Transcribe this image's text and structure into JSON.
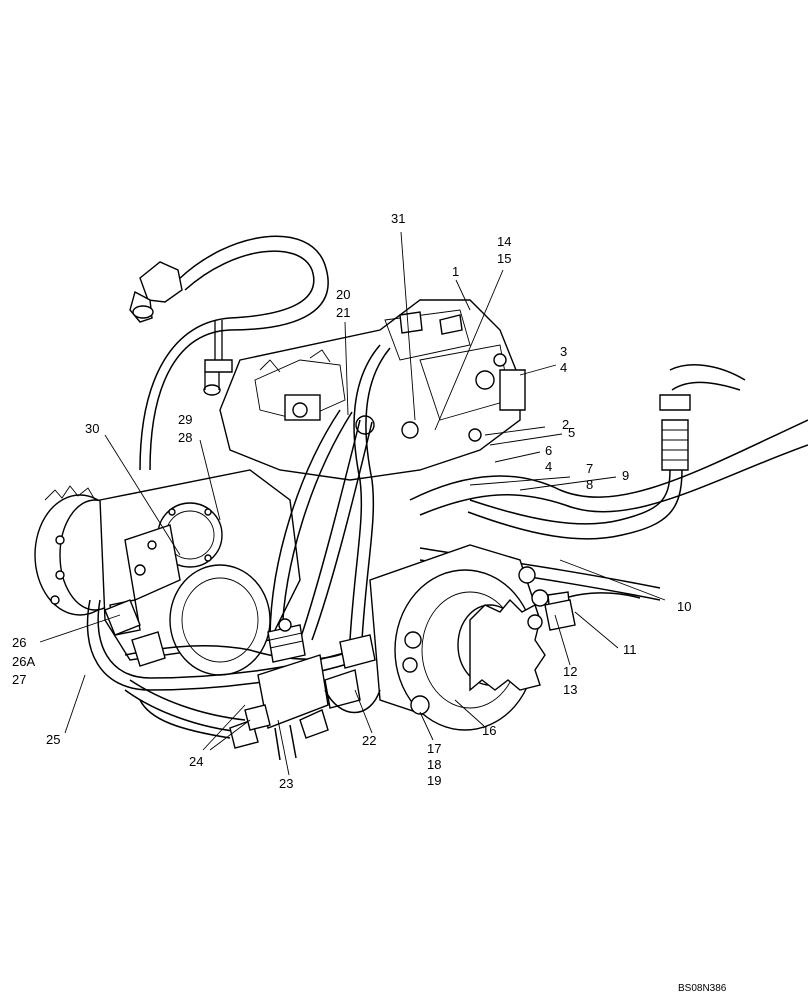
{
  "callouts": {
    "c31": "31",
    "c14": "14",
    "c15": "15",
    "c1": "1",
    "c20": "20",
    "c21": "21",
    "c3": "3",
    "c4a": "4",
    "c2": "2",
    "c5": "5",
    "c6": "6",
    "c4b": "4",
    "c7": "7",
    "c8": "8",
    "c9": "9",
    "c29": "29",
    "c28": "28",
    "c30": "30",
    "c10": "10",
    "c11": "11",
    "c12": "12",
    "c13": "13",
    "c26": "26",
    "c26A": "26A",
    "c27": "27",
    "c25": "25",
    "c24": "24",
    "c23": "23",
    "c22": "22",
    "c16": "16",
    "c17": "17",
    "c18": "18",
    "c19": "19"
  },
  "footer_code": "BS08N386"
}
